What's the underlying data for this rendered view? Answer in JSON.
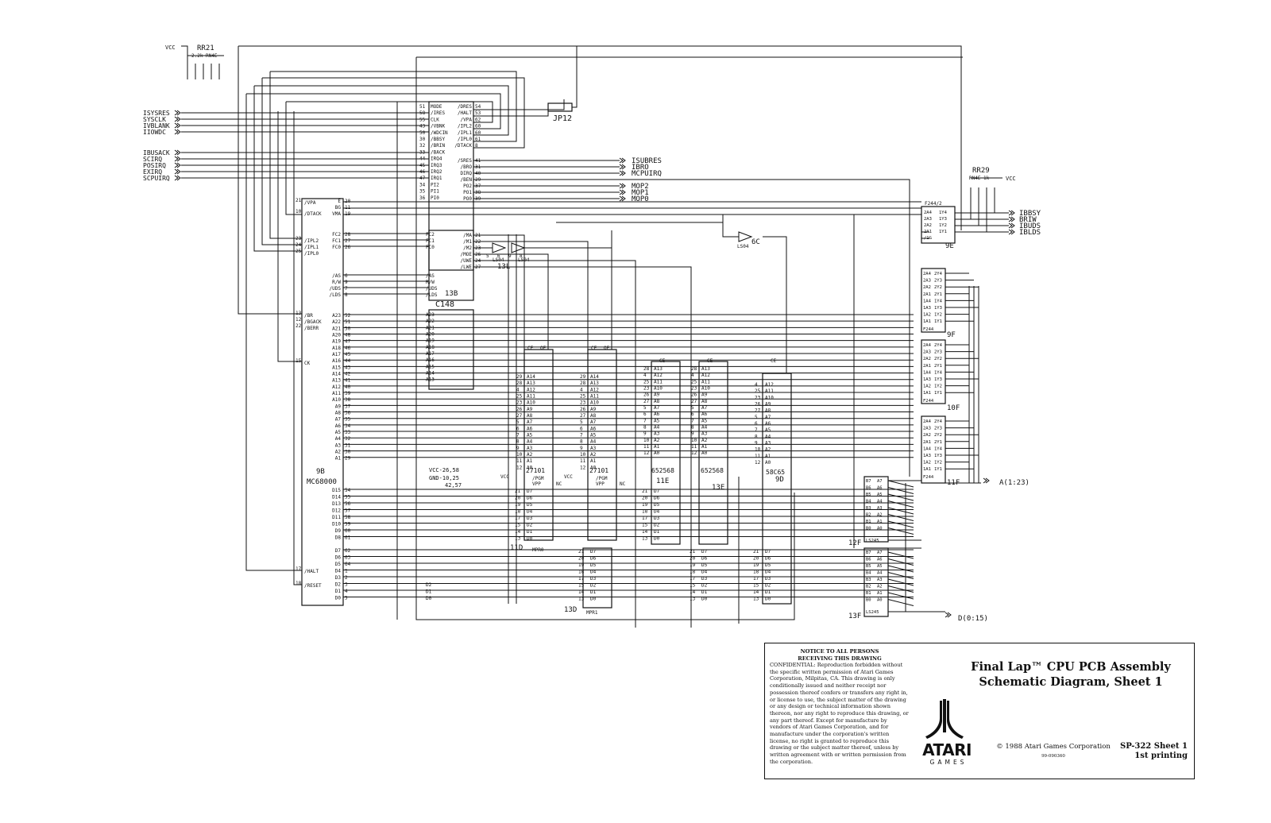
{
  "title_block": {
    "notice_heading_1": "NOTICE TO ALL PERSONS",
    "notice_heading_2": "RECEIVING THIS DRAWING",
    "notice_body": "CONFIDENTIAL: Reproduction forbidden without the specific written permission of Atari Games Corporation, Milpitas, CA. This drawing is only conditionally issued and neither receipt nor possession thereof confers or transfers any right in, or license to use, the subject matter of the drawing or any design or technical information shown thereon, nor any right to reproduce this drawing, or any part thereof. Except for manufacture by vendors of Atari Games Corporation, and for manufacture under the corporation's written license, no right is granted to reproduce this drawing or the subject matter thereof, unless by written agreement with or written permission from the corporation.",
    "title_line_1": "Final Lap™ CPU PCB Assembly",
    "title_line_2": "Schematic Diagram, Sheet 1",
    "logo_text": "ATARI",
    "logo_sub": "GAMES",
    "copyright": "© 1988 Atari Games Corporation",
    "drawing_number": "99-090360",
    "sheet_id": "SP-322 Sheet 1",
    "printing": "1st printing"
  },
  "schematic": {
    "inputs": [
      "ISYSRES",
      "SYSCLK",
      "IVBLANK",
      "IIOWDC",
      "IBUSACK",
      "SCIRQ",
      "POSIRQ",
      "EXIRQ",
      "SCPUIRQ"
    ],
    "outputs_mid": [
      "ISUBRES",
      "IBRO",
      "MCPUIRQ",
      "MOP2",
      "MOP1",
      "MOP0"
    ],
    "outputs_right": [
      "IBBSY",
      "BRIW",
      "IBUDS",
      "IBLDS"
    ],
    "bus_labels": [
      "A(1:23)",
      "D(0:15)"
    ],
    "resistors": [
      {
        "ref": "RR21",
        "value": "2.2k RN4E"
      },
      {
        "ref": "RR29",
        "value": "RN4E 1k"
      }
    ],
    "vcc": "VCC",
    "jumper": "JP12",
    "cpu": {
      "ref": "9B",
      "part": "MC68000",
      "left_pins": [
        "/VPA",
        "/DTACK",
        "/IPL2",
        "/IPL1",
        "/IPL0",
        "/BR",
        "/BGACK",
        "/BERR",
        "CK",
        "/HALT",
        "/RESET"
      ],
      "left_pin_nums": [
        "21",
        "10",
        "23",
        "24",
        "25",
        "13",
        "12",
        "22",
        "15",
        "17",
        "18"
      ],
      "right_pins": [
        "E",
        "BG",
        "VMA",
        "FC2",
        "FC1",
        "FC0",
        "/AS",
        "R/W",
        "/UDS",
        "/LDS",
        "A23",
        "A22",
        "A21",
        "A20",
        "A19",
        "A18",
        "A17",
        "A16",
        "A15",
        "A14",
        "A13",
        "A12",
        "A11",
        "A10",
        "A9",
        "A8",
        "A7",
        "A6",
        "A5",
        "A4",
        "A3",
        "A2",
        "A1",
        "D15",
        "D14",
        "D13",
        "D12",
        "D11",
        "D10",
        "D9",
        "D8",
        "D7",
        "D6",
        "D5",
        "D4",
        "D3",
        "D2",
        "D1",
        "D0"
      ],
      "right_pin_nums": [
        "20",
        "11",
        "19",
        "28",
        "27",
        "26",
        "6",
        "9",
        "7",
        "8",
        "52",
        "51",
        "50",
        "48",
        "47",
        "46",
        "45",
        "44",
        "43",
        "42",
        "41",
        "40",
        "39",
        "38",
        "37",
        "36",
        "35",
        "34",
        "33",
        "32",
        "31",
        "30",
        "29",
        "54",
        "55",
        "56",
        "57",
        "58",
        "59",
        "60",
        "61",
        "62",
        "63",
        "64",
        "1",
        "2",
        "3",
        "4",
        "5"
      ]
    },
    "pal": {
      "ref": "13B",
      "part": "C148",
      "left_pins": [
        "MODE",
        "/IRES",
        "CLK",
        "/VBNK",
        "/WDCIN",
        "/BBSY",
        "/BRIN",
        "/BACK",
        "IRQ4",
        "IRQ3",
        "IRQ2",
        "IRQ1",
        "PI2",
        "PI1",
        "PI0"
      ],
      "left_pin_nums": [
        "51",
        "58",
        "55",
        "43",
        "50",
        "30",
        "32",
        "33",
        "44",
        "45",
        "46",
        "47",
        "34",
        "35",
        "36"
      ],
      "right_pins": [
        "/DRES",
        "/HALT",
        "/VPA",
        "/IPL2",
        "/IPL1",
        "/IPL0",
        "/DTACK",
        "/SRES",
        "/BRO",
        "DIRQ",
        "/BEN",
        "PO2",
        "PO1",
        "PO0"
      ],
      "right_pin_nums": [
        "54",
        "53",
        "62",
        "60",
        "60",
        "61",
        "8",
        "41",
        "31",
        "40",
        "29",
        "37",
        "38",
        "39"
      ],
      "left2_pins": [
        "/AS",
        "R/W",
        "/UDS",
        "/LDS",
        "FC2",
        "FC1",
        "FC0",
        "A23",
        "A22",
        "A21",
        "A20",
        "A19",
        "A18",
        "A17",
        "A16",
        "A15",
        "A14",
        "A13",
        "D2",
        "D1",
        "D0"
      ],
      "right2_pins": [
        "/MA",
        "/M1",
        "/M2",
        "/MOE",
        "/UWE",
        "/LWE"
      ],
      "right2_nums": [
        "21",
        "22",
        "23",
        "26",
        "24",
        "27"
      ]
    },
    "inverters": [
      {
        "ref": "13L",
        "part": "LS04",
        "pins": [
          "5",
          "6",
          "9",
          "8"
        ]
      },
      {
        "ref": "6C",
        "part": "LS04"
      }
    ],
    "buffers": [
      {
        "ref": "9E",
        "part": "F244/2",
        "pins": [
          "2A4",
          "2A3",
          "2A2",
          "2A1",
          "/1G"
        ],
        "outs": [
          "1Y4",
          "1Y3",
          "1Y2",
          "1Y1"
        ]
      },
      {
        "ref": "9F",
        "part": "F244"
      },
      {
        "ref": "10F",
        "part": "F244"
      },
      {
        "ref": "11F",
        "part": "F244"
      },
      {
        "ref": "12F",
        "part": "LS245"
      },
      {
        "ref": "13F",
        "part": "LS245"
      }
    ],
    "memories": [
      {
        "ref": "11D",
        "part": "27101",
        "label": "MPR0"
      },
      {
        "ref": "13D",
        "part": "27101",
        "label": "MPR1"
      },
      {
        "ref": "11E",
        "part": "652568"
      },
      {
        "ref": "13E",
        "part": "652568"
      },
      {
        "ref": "9D",
        "part": "58C65"
      }
    ],
    "eprom_addr_pins": [
      "A16",
      "A15",
      "A14",
      "A13",
      "A12",
      "A11",
      "A10",
      "A9",
      "A8",
      "A7",
      "A6",
      "A5",
      "A4",
      "A3",
      "A2",
      "A1",
      "A0"
    ],
    "eprom_addr_nums": [
      "2",
      "3",
      "29",
      "28",
      "4",
      "25",
      "23",
      "26",
      "27",
      "5",
      "6",
      "7",
      "8",
      "9",
      "10",
      "11",
      "12"
    ],
    "eprom_ctrl": [
      "CE",
      "OE",
      "/PGM",
      "VPP",
      "NC"
    ],
    "data_pins": [
      "D7",
      "D6",
      "D5",
      "D4",
      "D3",
      "D2",
      "D1",
      "D0"
    ],
    "data_nums": [
      "21",
      "20",
      "19",
      "18",
      "17",
      "15",
      "14",
      "13"
    ],
    "power_note": [
      "VCC-26,58",
      "GND-10,25",
      "42,57"
    ]
  }
}
